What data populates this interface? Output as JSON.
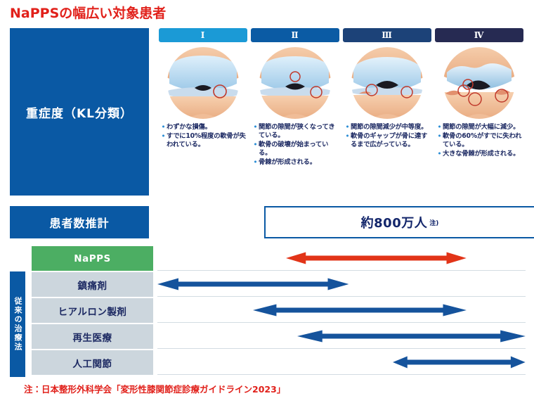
{
  "title": "NaPPSの幅広い対象患者",
  "severity": {
    "label": "重症度（KL分類）",
    "stages": [
      {
        "roman": "Ⅰ",
        "color": "#1b9ad6",
        "notes": [
          "わずかな損傷。",
          "すでに10%程度の軟骨が失われている。"
        ]
      },
      {
        "roman": "Ⅱ",
        "color": "#0b5ba4",
        "notes": [
          "関節の隙間が狭くなってきている。",
          "軟骨の破壊が始まっている。",
          "骨棘が形成される。"
        ]
      },
      {
        "roman": "Ⅲ",
        "color": "#1c4278",
        "notes": [
          "関節の隙間減少が中等度。",
          "軟骨のギャップが骨に達するまで広がっている。"
        ]
      },
      {
        "roman": "Ⅳ",
        "color": "#262a52",
        "notes": [
          "関節の隙間が大幅に減少。",
          "軟骨の60%がすでに失われている。",
          "大きな骨棘が形成される。"
        ]
      }
    ]
  },
  "patient_count": {
    "label": "患者数推計",
    "value": "約800万人",
    "note_marker": "注)"
  },
  "treatments": {
    "conventional_label": "従来の治療法",
    "rows": [
      {
        "label": "NaPPS",
        "style": "green",
        "arrow_color": "#e23418",
        "start_pct": 35,
        "end_pct": 84
      },
      {
        "label": "鎮痛剤",
        "style": "grey",
        "arrow_color": "#15539c",
        "start_pct": 0,
        "end_pct": 52
      },
      {
        "label": "ヒアルロン製剤",
        "style": "grey",
        "arrow_color": "#15539c",
        "start_pct": 26,
        "end_pct": 84
      },
      {
        "label": "再生医療",
        "style": "grey",
        "arrow_color": "#15539c",
        "start_pct": 38,
        "end_pct": 100
      },
      {
        "label": "人工関節",
        "style": "grey",
        "arrow_color": "#15539c",
        "start_pct": 64,
        "end_pct": 100
      }
    ]
  },
  "footnote": "注：日本整形外科学会「変形性膝関節症診療ガイドライン2023」"
}
